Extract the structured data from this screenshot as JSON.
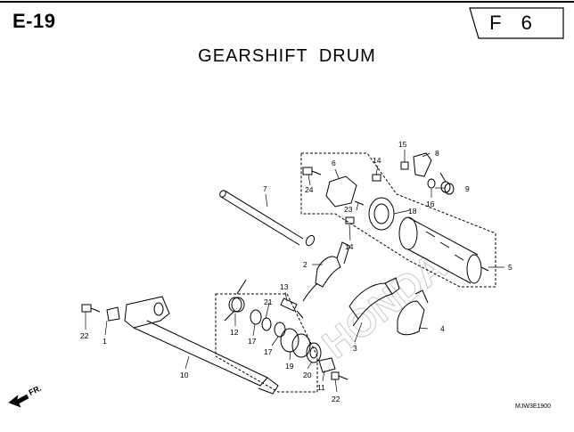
{
  "header": {
    "page_code": "E-19",
    "section_tag": "F 6",
    "title": "GEARSHIFT  DRUM"
  },
  "watermark_text": "HONDA",
  "callouts": [
    {
      "id": "c1",
      "number": "1"
    },
    {
      "id": "c2",
      "number": "2"
    },
    {
      "id": "c3",
      "number": "3"
    },
    {
      "id": "c4",
      "number": "4"
    },
    {
      "id": "c5",
      "number": "5"
    },
    {
      "id": "c6",
      "number": "6"
    },
    {
      "id": "c7",
      "number": "7"
    },
    {
      "id": "c8",
      "number": "8"
    },
    {
      "id": "c9",
      "number": "9"
    },
    {
      "id": "c10",
      "number": "10"
    },
    {
      "id": "c11",
      "number": "11"
    },
    {
      "id": "c12",
      "number": "12"
    },
    {
      "id": "c13",
      "number": "13"
    },
    {
      "id": "c14a",
      "number": "14"
    },
    {
      "id": "c14b",
      "number": "14"
    },
    {
      "id": "c15",
      "number": "15"
    },
    {
      "id": "c16",
      "number": "16"
    },
    {
      "id": "c17a",
      "number": "17"
    },
    {
      "id": "c17b",
      "number": "17"
    },
    {
      "id": "c18",
      "number": "18"
    },
    {
      "id": "c19",
      "number": "19"
    },
    {
      "id": "c20",
      "number": "20"
    },
    {
      "id": "c21",
      "number": "21"
    },
    {
      "id": "c22a",
      "number": "22"
    },
    {
      "id": "c22b",
      "number": "22"
    },
    {
      "id": "c23",
      "number": "23"
    },
    {
      "id": "c24",
      "number": "24"
    }
  ],
  "front_arrow_label": "FR.",
  "drawing_code": "MJW3E1900",
  "colors": {
    "line": "#000000",
    "watermark": "#c9c9c9"
  }
}
